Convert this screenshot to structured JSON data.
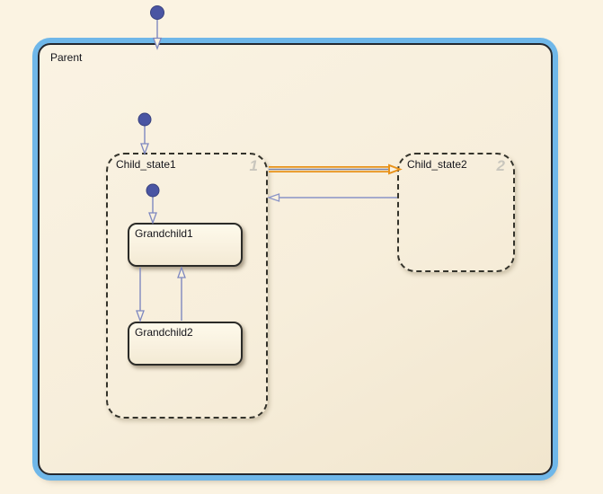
{
  "diagram": {
    "type": "stateflow-state-chart",
    "states": {
      "parent": {
        "label": "Parent",
        "selected": true,
        "border_style": "solid"
      },
      "child_state1": {
        "label": "Child_state1",
        "number": "1",
        "border_style": "dashed"
      },
      "child_state2": {
        "label": "Child_state2",
        "number": "2",
        "border_style": "dashed"
      },
      "grandchild1": {
        "label": "Grandchild1",
        "border_style": "solid"
      },
      "grandchild2": {
        "label": "Grandchild2",
        "border_style": "solid"
      }
    },
    "transitions": [
      {
        "from": "(default)",
        "to": "Parent",
        "type": "default-transition"
      },
      {
        "from": "(default)",
        "to": "Child_state1",
        "type": "default-transition"
      },
      {
        "from": "(default)",
        "to": "Grandchild1",
        "type": "default-transition"
      },
      {
        "from": "Child_state1",
        "to": "Child_state2",
        "type": "transition",
        "highlighted": true
      },
      {
        "from": "Child_state2",
        "to": "Child_state1",
        "type": "transition",
        "highlighted": false
      },
      {
        "from": "Grandchild1",
        "to": "Grandchild2",
        "type": "transition",
        "highlighted": false
      },
      {
        "from": "Grandchild2",
        "to": "Grandchild1",
        "type": "transition",
        "highlighted": false
      }
    ],
    "colors": {
      "background": "#FBF3E2",
      "state_fill_light": "#FAF3E3",
      "state_fill_dark": "#F1E6CE",
      "selection_highlight_blue": "#6FB7E9",
      "transition_line_blue": "#7E88C0",
      "default_dot_blue": "#4A55A3",
      "transition_highlight_orange": "#E8921A",
      "state_border_dark": "#23272E",
      "state_number_gray": "#C9C6BD"
    }
  }
}
